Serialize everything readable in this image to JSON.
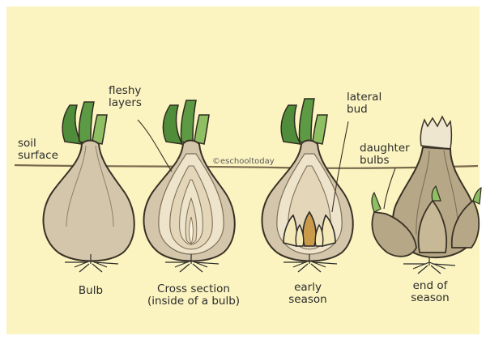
{
  "labels": {
    "soil_1": "soil",
    "soil_2": "surface",
    "fleshy_1": "fleshy",
    "fleshy_2": "layers",
    "lateral_1": "lateral",
    "lateral_2": "bud",
    "daughter_1": "daughter",
    "daughter_2": "bulbs",
    "bulb": "Bulb",
    "cross_1": "Cross section",
    "cross_2": "(inside of a bulb)",
    "early_1": "early",
    "early_2": "season",
    "end_1": "end of",
    "end_2": "season"
  },
  "watermark": "©eschooltoday",
  "colors": {
    "background": "#fbf4c0",
    "page": "#ffffff",
    "bulb_skin": "#d3c6ab",
    "bulb_inner": "#eee3cb",
    "bulb_outline": "#3a3226",
    "leaf_dark": "#4f8d3b",
    "leaf_light": "#8ec063",
    "soil_line": "#7a6a4e",
    "daughter_bulb": "#b6a887",
    "new_shoot": "#c89a4a"
  },
  "icons": [
    "onion-bulb",
    "onion-cross-section",
    "onion-early-season",
    "onion-end-of-season"
  ]
}
